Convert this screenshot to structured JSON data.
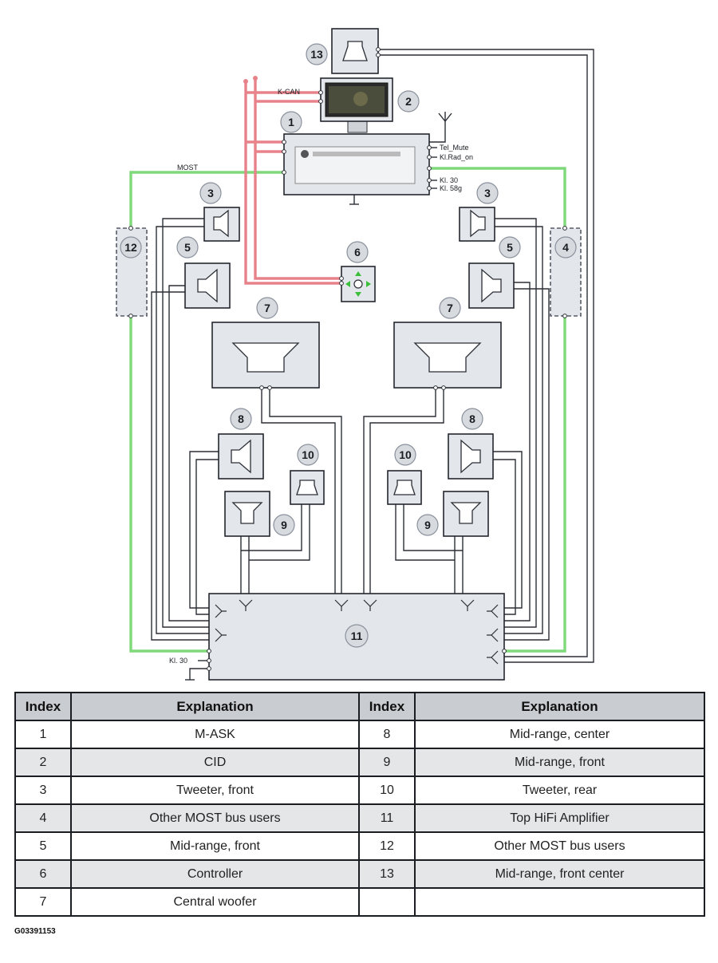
{
  "diagram": {
    "badges": {
      "b1": "1",
      "b2": "2",
      "b3l": "3",
      "b3r": "3",
      "b4": "4",
      "b5l": "5",
      "b5r": "5",
      "b6": "6",
      "b7l": "7",
      "b7r": "7",
      "b8l": "8",
      "b8r": "8",
      "b9l": "9",
      "b9r": "9",
      "b10l": "10",
      "b10r": "10",
      "b11": "11",
      "b12": "12",
      "b13": "13"
    },
    "labels": {
      "kcan": "K-CAN",
      "most": "MOST",
      "tel_mute": "Tel_Mute",
      "kl_rad_on": "Kl.Rad_on",
      "kl30": "Kl. 30",
      "kl58g": "Kl. 58g",
      "amp_kl30": "Kl. 30"
    },
    "colors": {
      "most_bus": "#7fd87a",
      "kcan_bus": "#e8828a",
      "component_fill": "#e3e6ea"
    }
  },
  "legend": {
    "headers": [
      "Index",
      "Explanation",
      "Index",
      "Explanation"
    ],
    "rows": [
      [
        "1",
        "M-ASK",
        "8",
        "Mid-range, center"
      ],
      [
        "2",
        "CID",
        "9",
        "Mid-range, front"
      ],
      [
        "3",
        "Tweeter, front",
        "10",
        "Tweeter, rear"
      ],
      [
        "4",
        "Other MOST bus users",
        "11",
        "Top HiFi Amplifier"
      ],
      [
        "5",
        "Mid-range, front",
        "12",
        "Other MOST bus users"
      ],
      [
        "6",
        "Controller",
        "13",
        "Mid-range, front center"
      ],
      [
        "7",
        "Central woofer",
        "",
        ""
      ]
    ]
  },
  "caption": "G03391153"
}
